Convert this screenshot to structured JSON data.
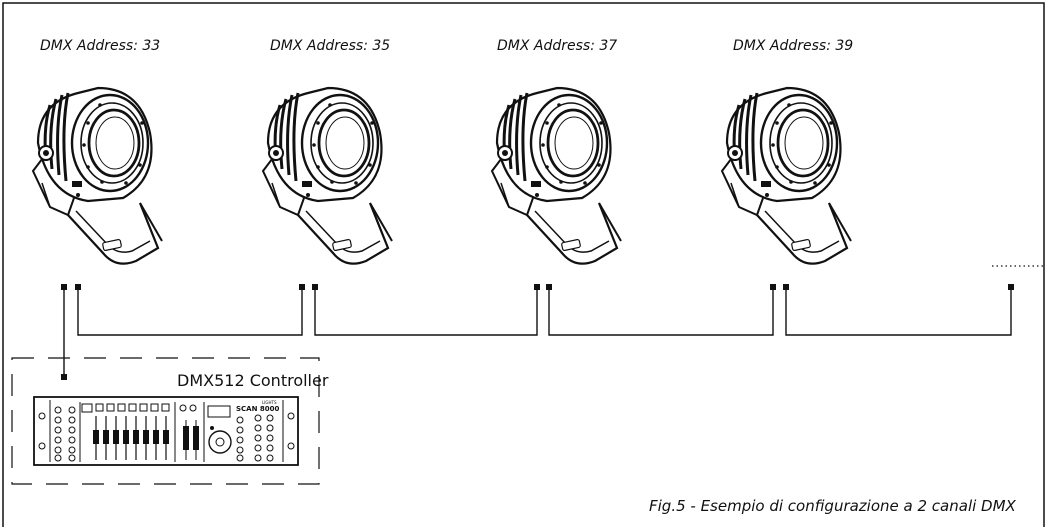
{
  "fixtures": [
    {
      "address_label": "DMX Address: 33"
    },
    {
      "address_label": "DMX Address: 35"
    },
    {
      "address_label": "DMX Address: 37"
    },
    {
      "address_label": "DMX Address: 39"
    }
  ],
  "controller": {
    "label": "DMX512 Controller",
    "brand_text": "SCAN 8000",
    "brand_sub": "LIGHTS"
  },
  "caption": "Fig.5 - Esempio di configurazione a 2 canali DMX",
  "colors": {
    "stroke": "#111111",
    "background": "#ffffff"
  }
}
